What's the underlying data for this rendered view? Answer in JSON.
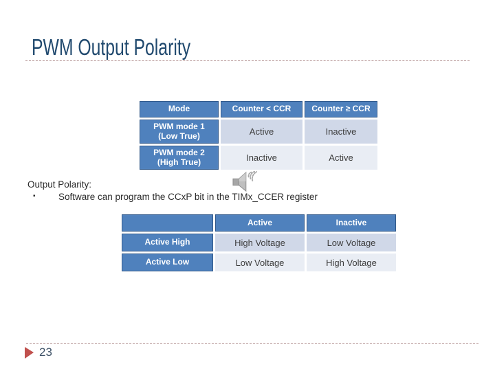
{
  "slide": {
    "title": "PWM Output Polarity",
    "page_number": "23"
  },
  "body": {
    "heading": "Output Polarity:",
    "bullet_char": "▪",
    "bullet": "Software can program the CCxP bit in the TIMx_CCER register"
  },
  "icons": {
    "audio": "speaker-icon",
    "footer": "red-right-triangle-icon"
  },
  "colors": {
    "title_text": "#20496e",
    "table_header_bg": "#4F81BD",
    "table_header_border": "#31598a",
    "table_row_odd_bg": "#D0D8E8",
    "table_row_even_bg": "#E9EDF4",
    "table_text": "#3d3d3d",
    "divider_dashed": "#ae8b8b",
    "footer_arrow": "#C0504D",
    "page_number_text": "#3d5166",
    "speaker_gray": "#b3b3b3"
  },
  "table1": {
    "headers": [
      "Mode",
      "Counter < CCR",
      "Counter ≥ CCR"
    ],
    "rows": [
      {
        "label_line1": "PWM mode 1",
        "label_line2": "(Low True)",
        "cells": [
          "Active",
          "Inactive"
        ]
      },
      {
        "label_line1": "PWM mode 2",
        "label_line2": "(High True)",
        "cells": [
          "Inactive",
          "Active"
        ]
      }
    ]
  },
  "table2": {
    "headers": [
      "",
      "Active",
      "Inactive"
    ],
    "rows": [
      {
        "label": "Active High",
        "cells": [
          "High Voltage",
          "Low Voltage"
        ]
      },
      {
        "label": "Active Low",
        "cells": [
          "Low Voltage",
          "High Voltage"
        ]
      }
    ]
  }
}
